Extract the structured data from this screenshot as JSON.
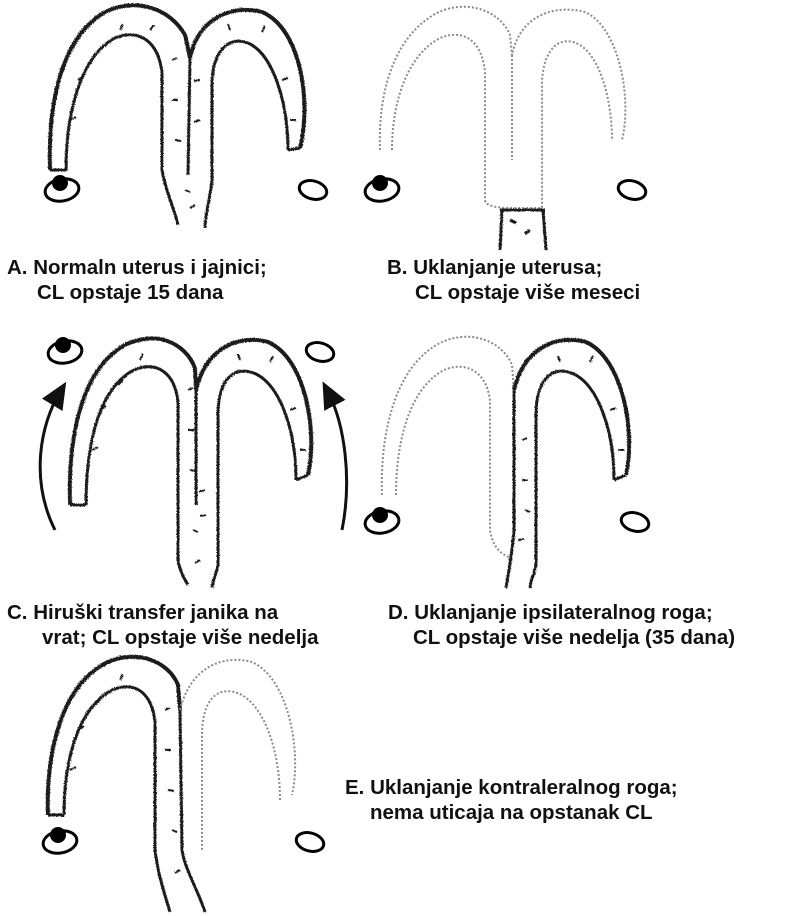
{
  "colors": {
    "tissue": "#1a1a1a",
    "removed": "#8a8a8a",
    "cl": "#000000",
    "ovary": "#000000",
    "background": "#ffffff"
  },
  "panels": {
    "a": {
      "line1": "A. Normaln uterus i jajnici;",
      "line2": "CL opstaje 15 dana"
    },
    "b": {
      "line1": "B. Uklanjanje uterusa;",
      "line2": "CL opstaje više meseci"
    },
    "c": {
      "line1": "C. Hiruški transfer janika na",
      "line2": "vrat; CL opstaje više nedelja"
    },
    "d": {
      "line1": "D. Uklanjanje ipsilateralnog roga;",
      "line2": "CL opstaje više nedelja (35 dana)"
    },
    "e": {
      "line1": "E. Uklanjanje kontraleralnog roga;",
      "line2": "nema uticaja na opstanak CL"
    }
  }
}
